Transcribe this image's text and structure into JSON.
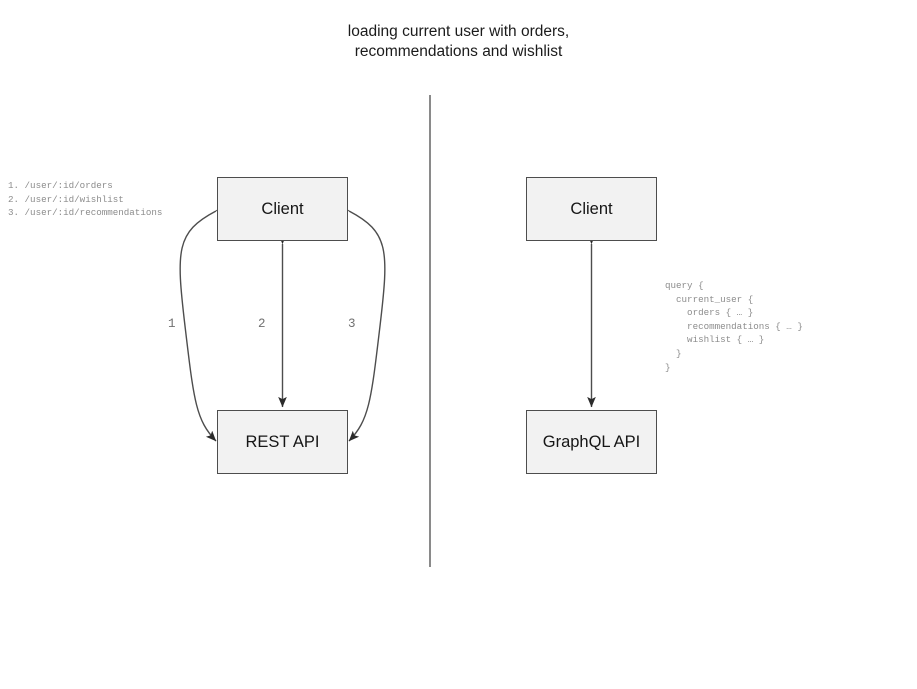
{
  "title": "loading current user with orders,\nrecommendations and wishlist",
  "divider": {
    "name": "vertical-divider",
    "color": "#8a8a8a"
  },
  "colors": {
    "box_fill": "#f2f2f2",
    "box_border": "#4d4d4d",
    "edge_stroke": "#4d4d4d",
    "code_text": "#8c8c8c",
    "label_text": "#707070",
    "title_text": "#1b1b1b"
  },
  "rest_side": {
    "client_label": "Client",
    "api_label": "REST API",
    "endpoints": "1. /user/:id/orders\n2. /user/:id/wishlist\n3. /user/:id/recommendations",
    "edge_labels": [
      "1",
      "2",
      "3"
    ]
  },
  "graphql_side": {
    "client_label": "Client",
    "api_label": "GraphQL API",
    "query": "query {\n  current_user {\n    orders { … }\n    recommendations { … }\n    wishlist { … }\n  }\n}"
  }
}
